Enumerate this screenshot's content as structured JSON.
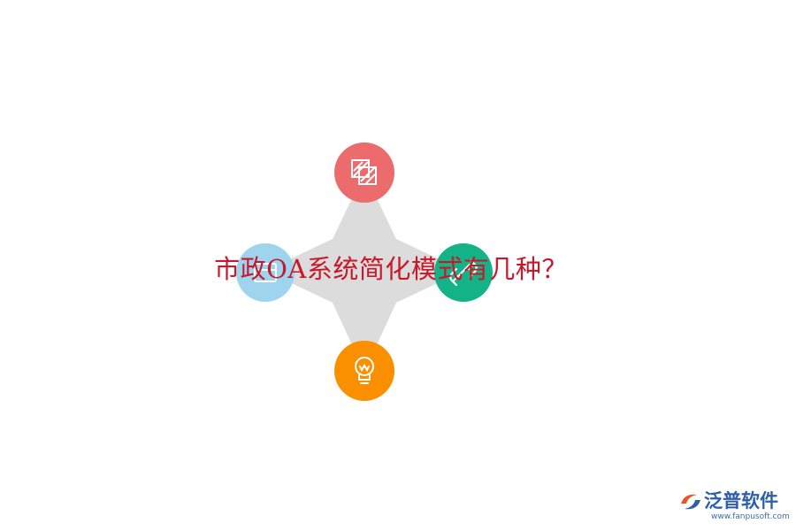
{
  "title": "市政OA系统简化模式有几种？",
  "nodes": [
    {
      "id": "top",
      "color": "#ec6b6c",
      "icon": "striped-squares-icon"
    },
    {
      "id": "left",
      "color": "#9fd4ee",
      "icon": "box-icon"
    },
    {
      "id": "right",
      "color": "#14b287",
      "icon": "link-icon"
    },
    {
      "id": "bottom",
      "color": "#fa9000",
      "icon": "lightbulb-icon"
    }
  ],
  "connector_color": "#dcdcdc",
  "brand": {
    "name": "泛普软件",
    "url": "www.fanpusoft.com",
    "name_color": "#2c5fa8",
    "mark_colors": [
      "#e8542a",
      "#2c5fa8"
    ]
  }
}
